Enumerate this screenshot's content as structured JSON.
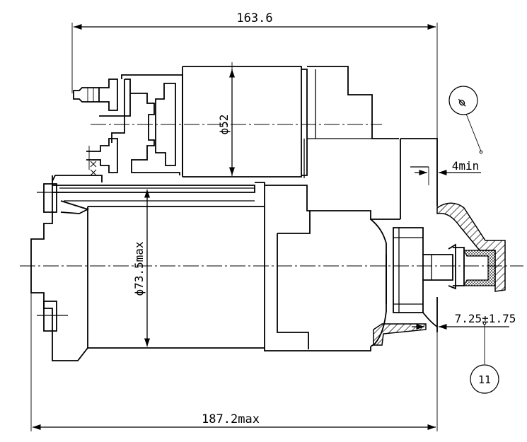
{
  "dimensions": {
    "overall_top": "163.6",
    "overall_bottom": "187.2max",
    "solenoid_diameter": "ϕ52",
    "motor_diameter": "ϕ73.5max",
    "flange_gap": "4min",
    "pinion_offset": "7.25±1.75"
  },
  "callouts": {
    "teeth_count": "11",
    "module": "ϕ"
  }
}
